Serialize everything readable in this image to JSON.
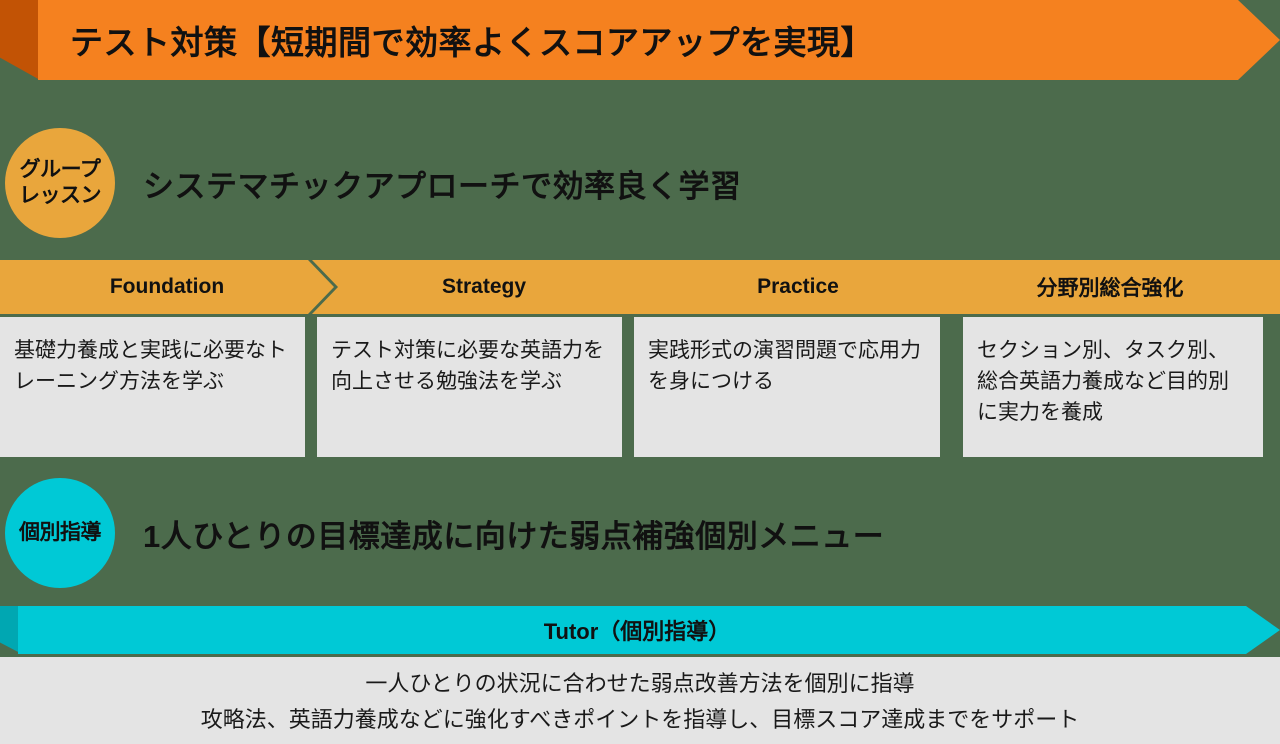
{
  "header": {
    "title": "テスト対策【短期間で効率よくスコアアップを実現】",
    "bar_color": "#f5811f",
    "fold_color": "#c25305"
  },
  "page": {
    "background_color": "#4c6b4c",
    "card_color": "#e4e4e4"
  },
  "group_section": {
    "badge": {
      "line1": "グループ",
      "line2": "レッスン",
      "color": "#e9a63c"
    },
    "title": "システマチックアプローチで効率良く学習",
    "steps": [
      {
        "label": "Foundation",
        "description": "基礎力養成と実践に必要なトレーニング方法を学ぶ"
      },
      {
        "label": "Strategy",
        "description": "テスト対策に必要な英語力を向上させる勉強法を学ぶ"
      },
      {
        "label": "Practice",
        "description": "実践形式の演習問題で応用力を身につける"
      },
      {
        "label": "分野別総合強化",
        "description": "セクション別、タスク別、総合英語力養成など目的別に実力を養成"
      }
    ],
    "step_color": "#e9a63c"
  },
  "tutor_section": {
    "badge": {
      "line1": "個別指導",
      "color": "#00c9d6"
    },
    "title": "1人ひとりの目標達成に向けた弱点補強個別メニュー",
    "bar_label": "Tutor（個別指導）",
    "bar_color": "#00c9d6",
    "bar_fold_color": "#00a7b2",
    "description_lines": [
      "一人ひとりの状況に合わせた弱点改善方法を個別に指導",
      "攻略法、英語力養成などに強化すべきポイントを指導し、目標スコア達成までをサポート"
    ]
  }
}
